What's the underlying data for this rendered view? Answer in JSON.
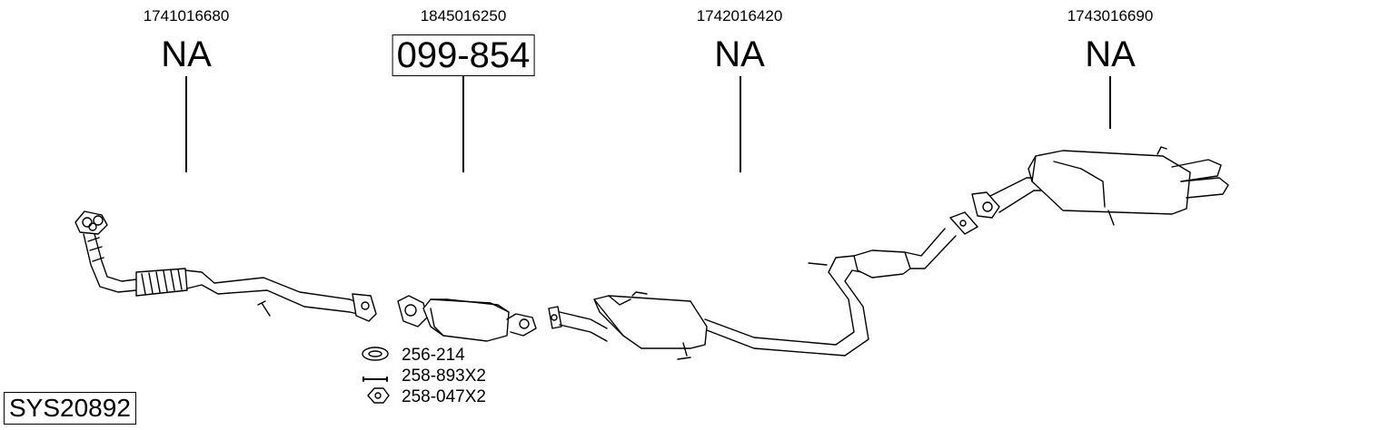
{
  "parts": [
    {
      "oe_number": "1741016680",
      "code": "NA",
      "boxed": false
    },
    {
      "oe_number": "1845016250",
      "code": "099-854",
      "boxed": true
    },
    {
      "oe_number": "1742016420",
      "code": "NA",
      "boxed": false
    },
    {
      "oe_number": "1743016690",
      "code": "NA",
      "boxed": false
    }
  ],
  "accessories": [
    {
      "code": "256-214",
      "icon": "gasket-ring-icon"
    },
    {
      "code": "258-893X2",
      "icon": "bolt-icon"
    },
    {
      "code": "258-047X2",
      "icon": "nut-icon"
    }
  ],
  "system_id": "SYS20892"
}
